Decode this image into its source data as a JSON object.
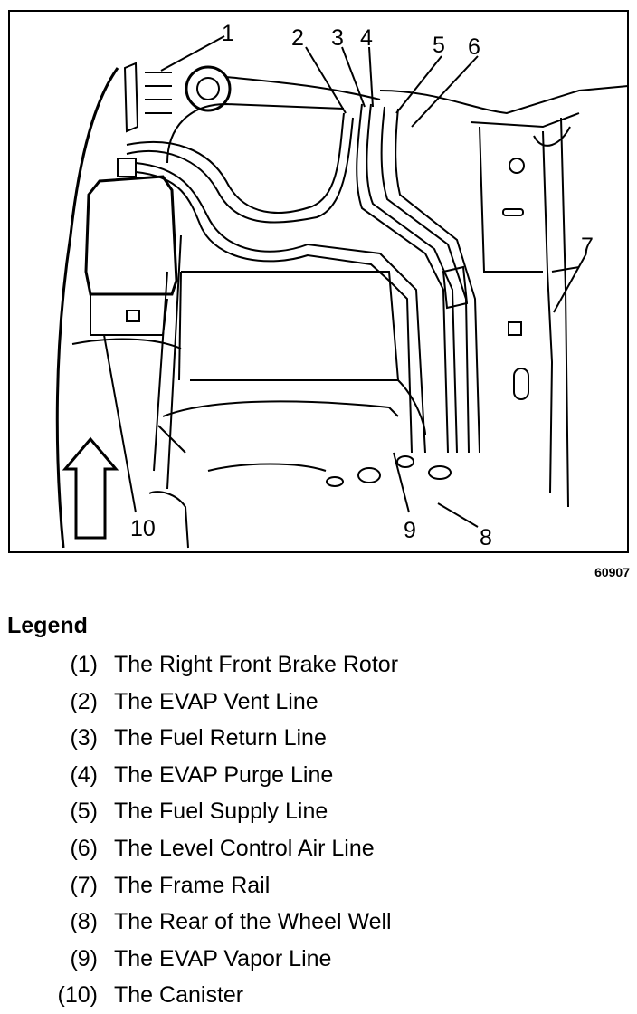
{
  "figure": {
    "id": "60907",
    "callouts": [
      "1",
      "2",
      "3",
      "4",
      "5",
      "6",
      "7",
      "8",
      "9",
      "10"
    ]
  },
  "legend": {
    "title": "Legend",
    "items": [
      {
        "num": "(1)",
        "text": "The Right Front Brake Rotor"
      },
      {
        "num": "(2)",
        "text": "The EVAP Vent Line"
      },
      {
        "num": "(3)",
        "text": "The Fuel Return Line"
      },
      {
        "num": "(4)",
        "text": "The EVAP Purge Line"
      },
      {
        "num": "(5)",
        "text": "The Fuel Supply Line"
      },
      {
        "num": "(6)",
        "text": "The Level Control Air Line"
      },
      {
        "num": "(7)",
        "text": "The Frame Rail"
      },
      {
        "num": "(8)",
        "text": "The Rear of the Wheel Well"
      },
      {
        "num": "(9)",
        "text": "The EVAP Vapor Line"
      },
      {
        "num": "(10)",
        "text": "The Canister"
      }
    ]
  }
}
